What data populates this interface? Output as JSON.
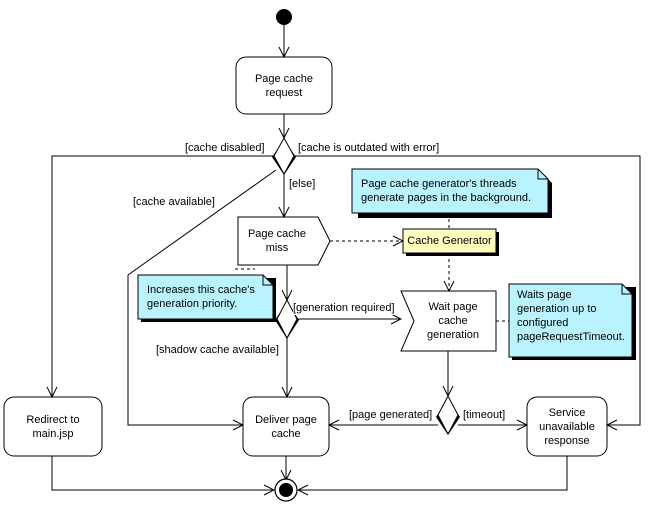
{
  "colors": {
    "line": "#000000",
    "note_fill": "#b8f3ff",
    "cache_generator_fill": "#ffffc0",
    "node_fill": "#ffffff"
  },
  "nodes": {
    "page_cache_request": "Page cache\nrequest",
    "page_cache_miss": "Page cache\nmiss",
    "cache_generator": "Cache Generator",
    "wait_page_cache_generation": "Wait page\ncache\ngeneration",
    "redirect_to_main": "Redirect to\nmain.jsp",
    "deliver_page_cache": "Deliver page\ncache",
    "service_unavailable": "Service\nunavailable\nresponse"
  },
  "notes": {
    "threads_note": "Page cache generator's threads\ngenerate pages in the background.",
    "priority_note": "Increases this cache's\ngeneration priority.",
    "timeout_note": "Waits page\ngeneration up to\nconfigured\npageRequestTimeout."
  },
  "guards": {
    "cache_disabled": "[cache disabled]",
    "cache_outdated": "[cache is outdated with error]",
    "else": "[else]",
    "cache_available": "[cache available]",
    "generation_required": "[generation required]",
    "shadow_cache_available": "[shadow cache available]",
    "page_generated": "[page generated]",
    "timeout": "[timeout]"
  }
}
